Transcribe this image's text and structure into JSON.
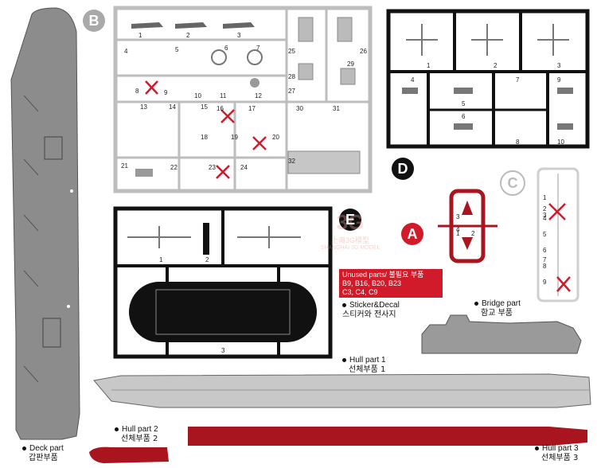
{
  "sprue_letters": {
    "a": "A",
    "b": "B",
    "c": "C",
    "d": "D",
    "e": "E"
  },
  "labels": {
    "deck_en": "Deck part",
    "deck_kr": "갑판부품",
    "hull1_en": "Hull part 1",
    "hull1_kr": "선체부품 1",
    "hull2_en": "Hull part 2",
    "hull2_kr": "선체부품 2",
    "hull3_en": "Hull part 3",
    "hull3_kr": "선체부품 3",
    "bridge_en": "Bridge part",
    "bridge_kr": "함교 부품",
    "sticker_en": "Sticker&Decal",
    "sticker_kr": "스티커와 전사지"
  },
  "unused": {
    "line1": "Unused parts/ 불필요 부품",
    "line2": "B9, B16, B20, B23",
    "line3": "C3, C4, C9"
  },
  "watermark": {
    "line1": "上海3G模型",
    "line2": "SHANGHAI 3G MODEL"
  },
  "sprue_b_numbers": [
    "1",
    "2",
    "3",
    "4",
    "5",
    "6",
    "7",
    "8",
    "9",
    "10",
    "11",
    "12",
    "13",
    "14",
    "15",
    "16",
    "17",
    "18",
    "19",
    "20",
    "21",
    "22",
    "23",
    "24",
    "25",
    "26",
    "27",
    "28",
    "29",
    "30",
    "31",
    "32"
  ],
  "sprue_d_numbers": [
    "1",
    "2",
    "3",
    "4",
    "5",
    "6",
    "7",
    "8",
    "9",
    "10"
  ],
  "sprue_e_numbers": [
    "1",
    "2",
    "3"
  ],
  "sprue_a_numbers": [
    "1",
    "2",
    "3",
    "4"
  ],
  "sprue_c_numbers": [
    "1",
    "2",
    "3",
    "4",
    "5",
    "6",
    "7",
    "8",
    "9"
  ],
  "colors": {
    "gray": "#8c8c8c",
    "light_gray": "#d0d0d0",
    "red": "#a8151f",
    "black": "#111111",
    "accent_red": "#d11a2a"
  }
}
